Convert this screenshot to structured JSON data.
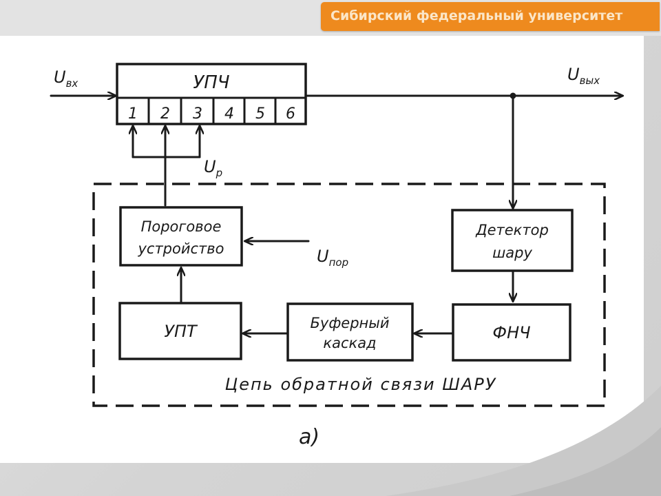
{
  "header": {
    "university": "Сибирский федеральный университет"
  },
  "diagram": {
    "input_label": "U",
    "input_sub": "вх",
    "output_label": "U",
    "output_sub": "вых",
    "amp_title": "УПЧ",
    "stages": [
      "1",
      "2",
      "3",
      "4",
      "5",
      "6"
    ],
    "control_label": "U",
    "control_sub": "р",
    "threshold_block": [
      "Пороговое",
      "устройство"
    ],
    "threshold_input_label": "U",
    "threshold_input_sub": "пор",
    "detector_block": [
      "Детектор",
      "шару"
    ],
    "lpf_block": "ФНЧ",
    "buffer_block": [
      "Буферный",
      "каскад"
    ],
    "dc_amp_block": "УПТ",
    "loop_caption": "Цепь обратной связи ШАРУ",
    "figure_label": "а)"
  }
}
